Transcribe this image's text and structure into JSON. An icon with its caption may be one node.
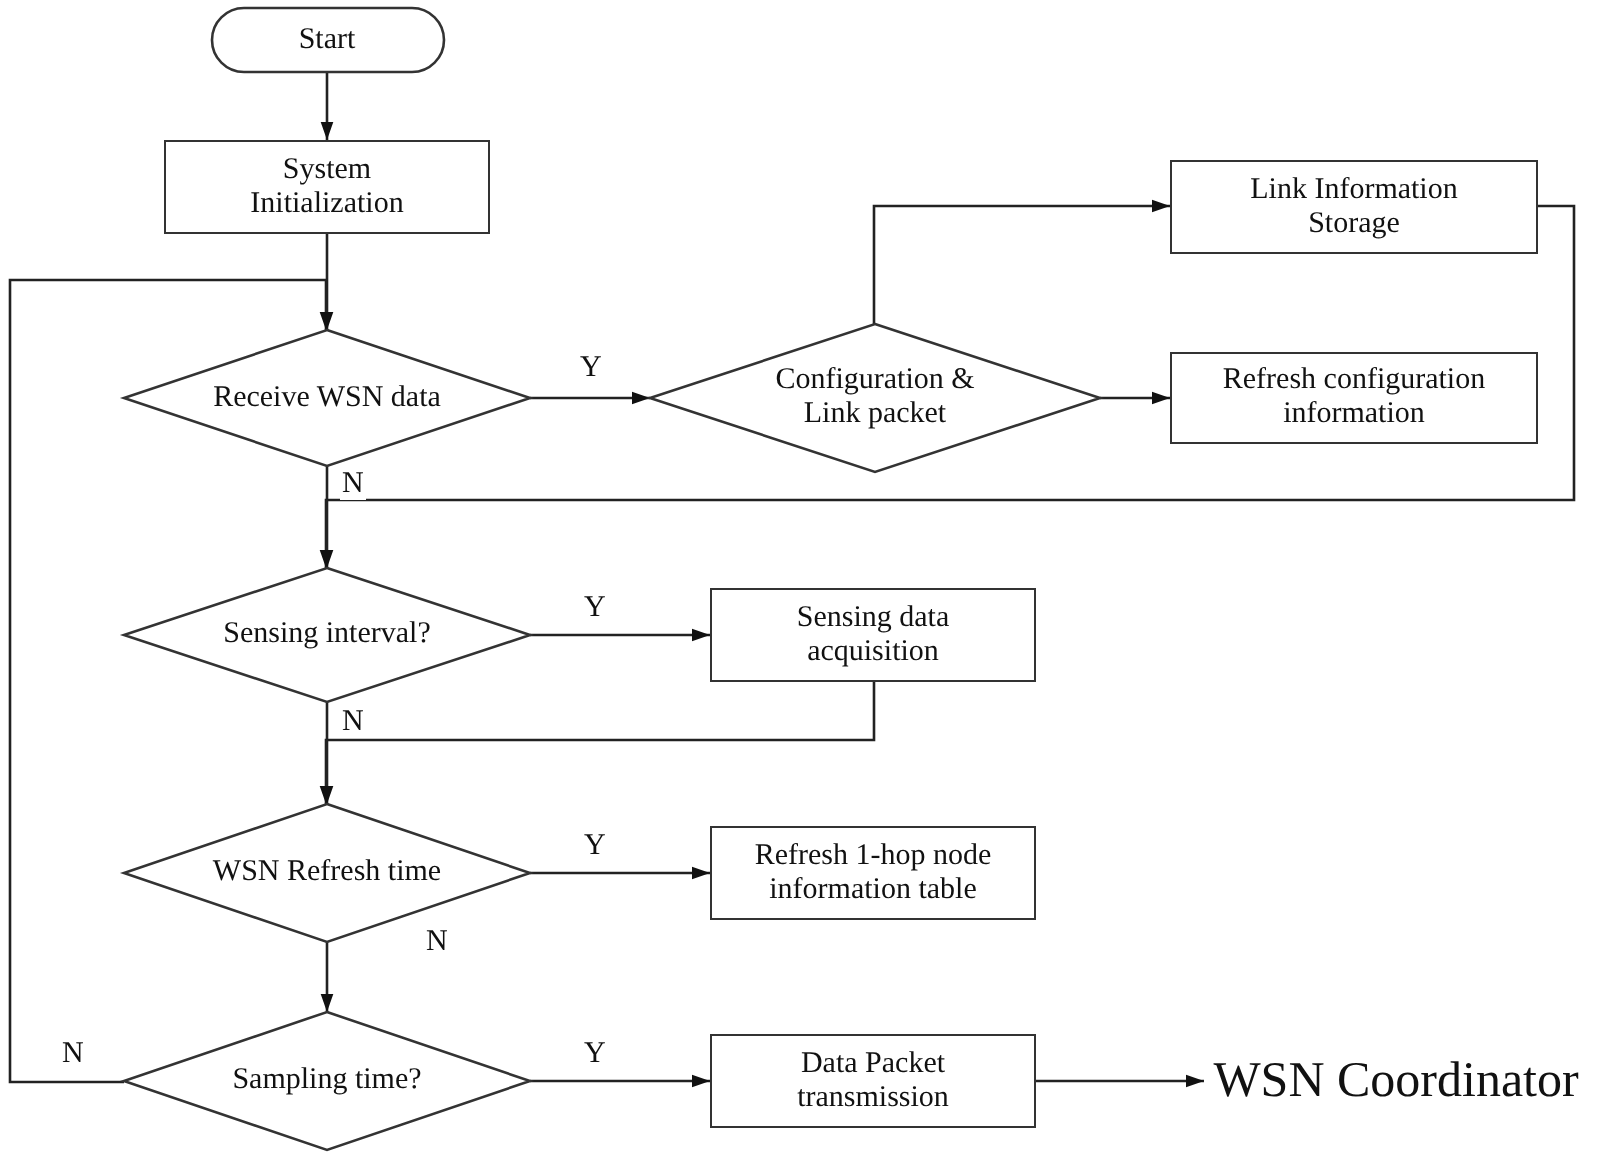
{
  "diagram": {
    "nodes": [
      {
        "text": [
          "Start"
        ]
      },
      {
        "text": [
          "System Initialization"
        ]
      },
      {
        "text": [
          "Receive WSN data"
        ]
      },
      {
        "text": [
          "Configuration & Link packet"
        ]
      },
      {
        "text": [
          "Link Information Storage"
        ]
      },
      {
        "text": [
          "Refresh configuration information"
        ]
      },
      {
        "text": [
          "Sensing interval?"
        ]
      },
      {
        "text": [
          "Sensing data acquisition"
        ]
      },
      {
        "text": [
          "WSN Refresh time"
        ]
      },
      {
        "text": [
          "Refresh 1-hop node information table"
        ]
      },
      {
        "text": [
          "Sampling time?"
        ]
      },
      {
        "text": [
          "Data Packet transmission"
        ]
      },
      {
        "text": [
          "WSN Coordinator"
        ]
      }
    ],
    "edges": [
      {
        "from": 0,
        "to": 1,
        "arrow": "to"
      },
      {
        "from": 1,
        "to": 2,
        "arrow": "to"
      },
      {
        "from": 2,
        "to": 3,
        "arrow": "to",
        "label": "Y"
      },
      {
        "from": 3,
        "to": 4,
        "arrow": "to"
      },
      {
        "from": 3,
        "to": 5,
        "arrow": "to"
      },
      {
        "from": 4,
        "to": 6,
        "arrow": "to"
      },
      {
        "from": 2,
        "to": 6,
        "arrow": "to",
        "label": "N"
      },
      {
        "from": 6,
        "to": 7,
        "arrow": "to",
        "label": "Y"
      },
      {
        "from": 7,
        "to": 8,
        "arrow": "to"
      },
      {
        "from": 6,
        "to": 8,
        "arrow": "to",
        "label": "N"
      },
      {
        "from": 8,
        "to": 9,
        "arrow": "to",
        "label": "Y"
      },
      {
        "from": 8,
        "to": 10,
        "arrow": "to",
        "label": "N"
      },
      {
        "from": 10,
        "to": 11,
        "arrow": "to",
        "label": "Y"
      },
      {
        "from": 10,
        "to": 2,
        "arrow": "to",
        "label": "N"
      },
      {
        "from": 11,
        "to": 12,
        "arrow": "to"
      }
    ]
  }
}
